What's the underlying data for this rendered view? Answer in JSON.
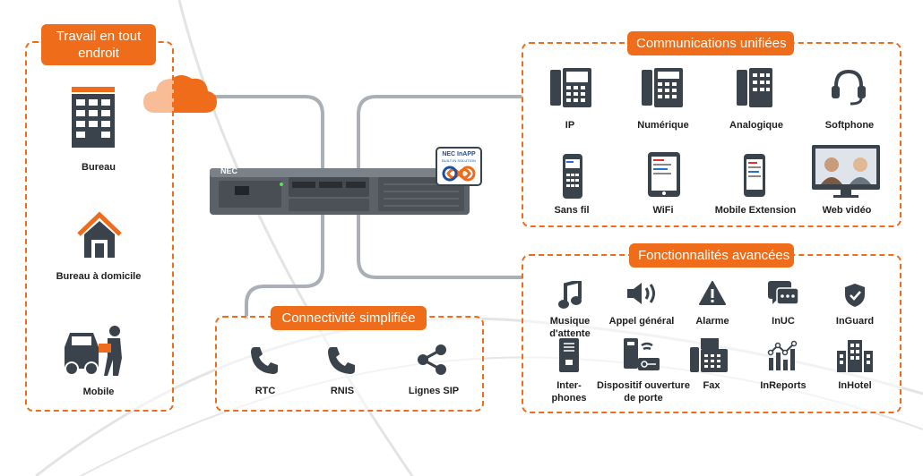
{
  "brand": {
    "accent": "#ef6c1a",
    "icon_color": "#3a424b"
  },
  "left_panel": {
    "title": "Travail en tout endroit",
    "items": [
      {
        "icon": "office-building-icon",
        "label": "Bureau"
      },
      {
        "icon": "home-icon",
        "label": "Bureau à domicile"
      },
      {
        "icon": "person-with-car-icon",
        "label": "Mobile"
      }
    ]
  },
  "device": {
    "brand_label": "NEC",
    "badge_line1": "NEC InAPP",
    "badge_line2": "BUILT-IN SOLUTION"
  },
  "uc_panel": {
    "title": "Communications unifiées",
    "items": [
      {
        "icon": "ip-phone-icon",
        "label": "IP"
      },
      {
        "icon": "digital-phone-icon",
        "label": "Numérique"
      },
      {
        "icon": "analog-phone-icon",
        "label": "Analogique"
      },
      {
        "icon": "headset-icon",
        "label": "Softphone"
      },
      {
        "icon": "cordless-phone-icon",
        "label": "Sans fil"
      },
      {
        "icon": "wifi-tablet-icon",
        "label": "WiFi"
      },
      {
        "icon": "mobile-phone-icon",
        "label": "Mobile Extension"
      },
      {
        "icon": "video-call-monitor-icon",
        "label": "Web vidéo"
      }
    ]
  },
  "features_panel": {
    "title": "Fonctionnalités avancées",
    "items": [
      {
        "icon": "music-note-icon",
        "label": "Musique d'attente"
      },
      {
        "icon": "speaker-icon",
        "label": "Appel général"
      },
      {
        "icon": "warning-icon",
        "label": "Alarme"
      },
      {
        "icon": "chat-bubble-icon",
        "label": "InUC"
      },
      {
        "icon": "shield-check-icon",
        "label": "InGuard"
      },
      {
        "icon": "intercom-icon",
        "label": "Inter-phones"
      },
      {
        "icon": "door-opener-icon",
        "label": "Dispositif ouverture de porte"
      },
      {
        "icon": "fax-icon",
        "label": "Fax"
      },
      {
        "icon": "reports-chart-icon",
        "label": "InReports"
      },
      {
        "icon": "hotel-building-icon",
        "label": "InHotel"
      }
    ]
  },
  "connectivity_panel": {
    "title": "Connectivité simplifiée",
    "items": [
      {
        "icon": "phone-handset-icon",
        "label": "RTC"
      },
      {
        "icon": "phone-handset-icon",
        "label": "RNIS"
      },
      {
        "icon": "share-icon",
        "label": "Lignes SIP"
      }
    ]
  }
}
